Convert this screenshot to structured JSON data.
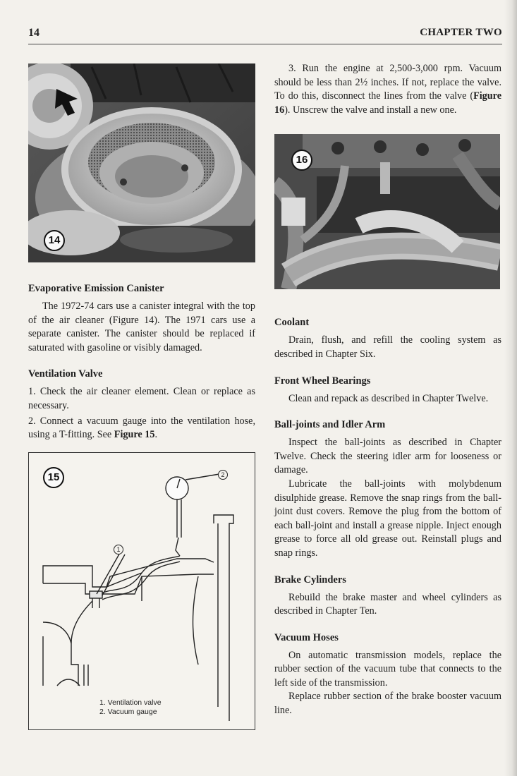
{
  "header": {
    "page_number": "14",
    "chapter": "CHAPTER TWO"
  },
  "figures": {
    "fig14": {
      "badge": "14"
    },
    "fig15": {
      "badge": "15",
      "callout_1": "1",
      "callout_2": "2",
      "legend": [
        "1. Ventilation valve",
        "2. Vacuum gauge"
      ]
    },
    "fig16": {
      "badge": "16"
    }
  },
  "left": {
    "evap": {
      "heading": "Evaporative Emission Canister",
      "body": "The 1972-74 cars use a canister integral with the top of the air cleaner (Figure 14). The 1971 cars use a separate canister. The canister should be replaced if saturated with gasoline or visibly damaged."
    },
    "vent": {
      "heading": "Ventilation Valve",
      "step1": "1. Check the air cleaner element. Clean or replace as necessary.",
      "step2_pre": "2. Connect a vacuum gauge into the ventilation hose, using a T-fitting. See ",
      "step2_ref": "Figure 15",
      "step2_post": "."
    }
  },
  "right": {
    "step3_pre": "3. Run the engine at 2,500-3,000 rpm. Vacuum should be less than 2½ inches. If not, replace the valve. To do this, disconnect the lines from the valve (",
    "step3_ref": "Figure 16",
    "step3_post": "). Unscrew the valve and install a new one.",
    "coolant": {
      "heading": "Coolant",
      "body": "Drain, flush, and refill the cooling system as described in Chapter Six."
    },
    "wheel": {
      "heading": "Front Wheel Bearings",
      "body": "Clean and repack as described in Chapter Twelve."
    },
    "ball": {
      "heading": "Ball-joints and Idler Arm",
      "body1": "Inspect the ball-joints as described in Chapter Twelve. Check the steering idler arm for looseness or damage.",
      "body2": "Lubricate the ball-joints with molybdenum disulphide grease. Remove the snap rings from the ball-joint dust covers. Remove the plug from the bottom of each ball-joint and install a grease nipple. Inject enough grease to force all old grease out. Reinstall plugs and snap rings."
    },
    "brake": {
      "heading": "Brake Cylinders",
      "body": "Rebuild the brake master and wheel cylinders as described in Chapter Ten."
    },
    "vacuum": {
      "heading": "Vacuum Hoses",
      "body1": "On automatic transmission models, replace the rubber section of the vacuum tube that connects to the left side of the transmission.",
      "body2": "Replace rubber section of the brake booster vacuum line."
    }
  }
}
